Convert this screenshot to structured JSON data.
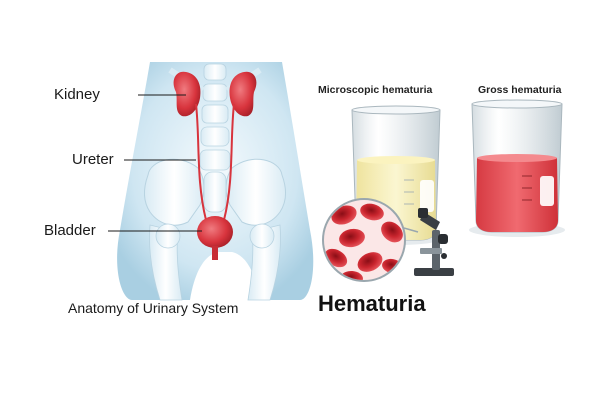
{
  "anatomy": {
    "labels": {
      "kidney": "Kidney",
      "ureter": "Ureter",
      "bladder": "Bladder"
    },
    "caption": "Anatomy of Urinary System"
  },
  "beakers": {
    "microscopic": {
      "label": "Microscopic hematuria",
      "liquid_color": "#f3e9a6"
    },
    "gross": {
      "label": "Gross hematuria",
      "liquid_color": "#e8474f"
    }
  },
  "title": "Hematuria",
  "colors": {
    "body_tint": "#cfe6f2",
    "bone": "#eef6fb",
    "organ_red": "#d8343d",
    "blood_cell": "#c9252e"
  },
  "icons": {
    "microscope": "microscope-icon",
    "magnifier": "magnified-blood-cells"
  }
}
